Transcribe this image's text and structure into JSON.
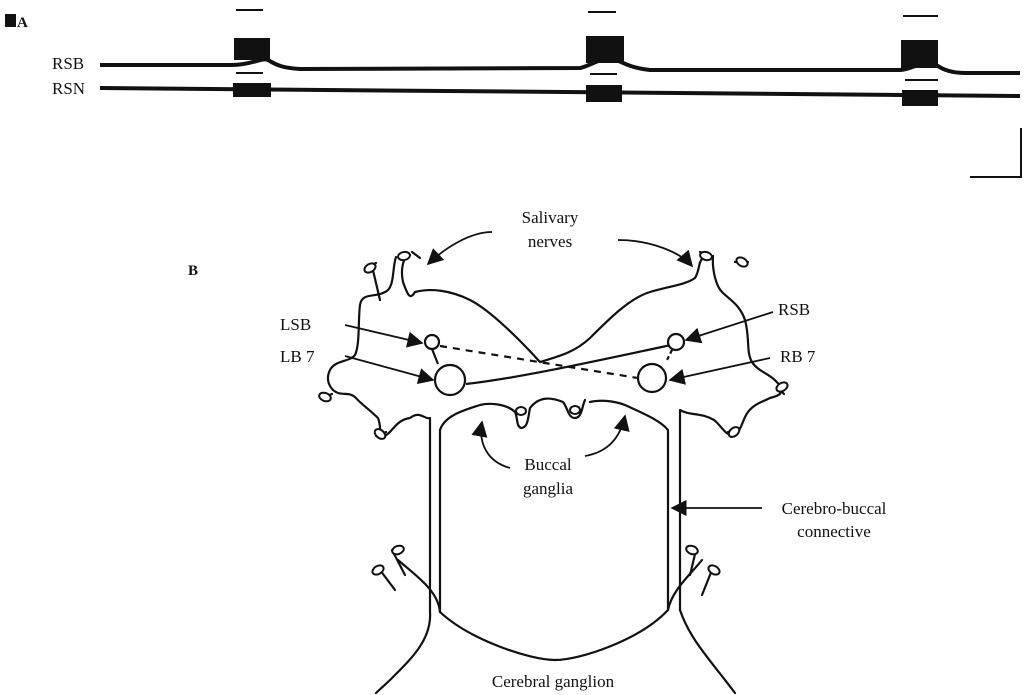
{
  "panel_a": {
    "label": "A",
    "trace_labels": {
      "top": "RSB",
      "bottom": "RSN"
    }
  },
  "panel_b": {
    "label": "B",
    "labels": {
      "salivary": [
        "Salivary",
        "nerves"
      ],
      "lsb": "LSB",
      "lb7": "LB 7",
      "rsb": "RSB",
      "rb7": "RB 7",
      "buccal": [
        "Buccal",
        "ganglia"
      ],
      "connective": [
        "Cerebro-buccal",
        "connective"
      ],
      "cerebral": "Cerebral ganglion"
    }
  }
}
